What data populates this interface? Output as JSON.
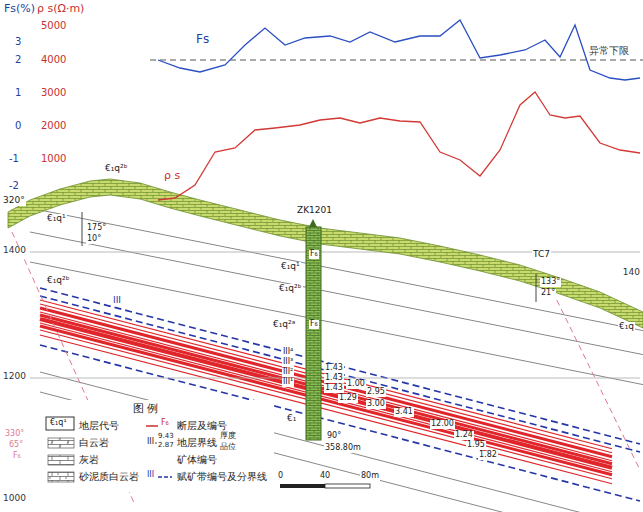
{
  "diagram": {
    "labels": [
      "Fs(%)",
      "ρ s(Ω·m)",
      "3",
      "5000",
      "2",
      "4000",
      "异常下限",
      "1",
      "3000",
      "Fs",
      "0",
      "2000",
      "-1",
      "1000",
      "ρ s",
      "-2",
      "€₁q²ᵇ",
      "320°",
      "€₁q¹",
      "175°",
      "10°",
      "ZK1201",
      "1400",
      "F₆",
      "€₁q¹",
      "TC7",
      "133°",
      "21°",
      "140",
      "€₁q²ᵇ",
      "€₁q²ᵇ",
      "€₁q",
      "III",
      "€₁q²ᵃ",
      "F₆",
      "III⁴",
      "III³",
      "III²",
      "III¹",
      "1.43",
      "1.43",
      "1.00",
      "1.43",
      "2.95",
      "1.29",
      "3.00",
      "1200",
      "3.41",
      "12.00",
      "1.24",
      "1.95",
      "1.82",
      "€₁",
      "90°",
      "358.80m",
      "图 例",
      "€₁q¹",
      "F₆",
      "III",
      "9.43",
      "2.87",
      "厚度",
      "品位",
      "III",
      "330°",
      "65°",
      "F₆",
      "0",
      "40",
      "80m",
      "1000"
    ],
    "legend": [
      {
        "text": "地层代号"
      },
      {
        "text": "断层及编号"
      },
      {
        "text": "白云岩"
      },
      {
        "text": "地层界线"
      },
      {
        "text": "灰岩"
      },
      {
        "text": "矿体编号"
      },
      {
        "text": "砂泥质白云岩"
      },
      {
        "text": "赋矿带编号及分界线"
      }
    ]
  }
}
